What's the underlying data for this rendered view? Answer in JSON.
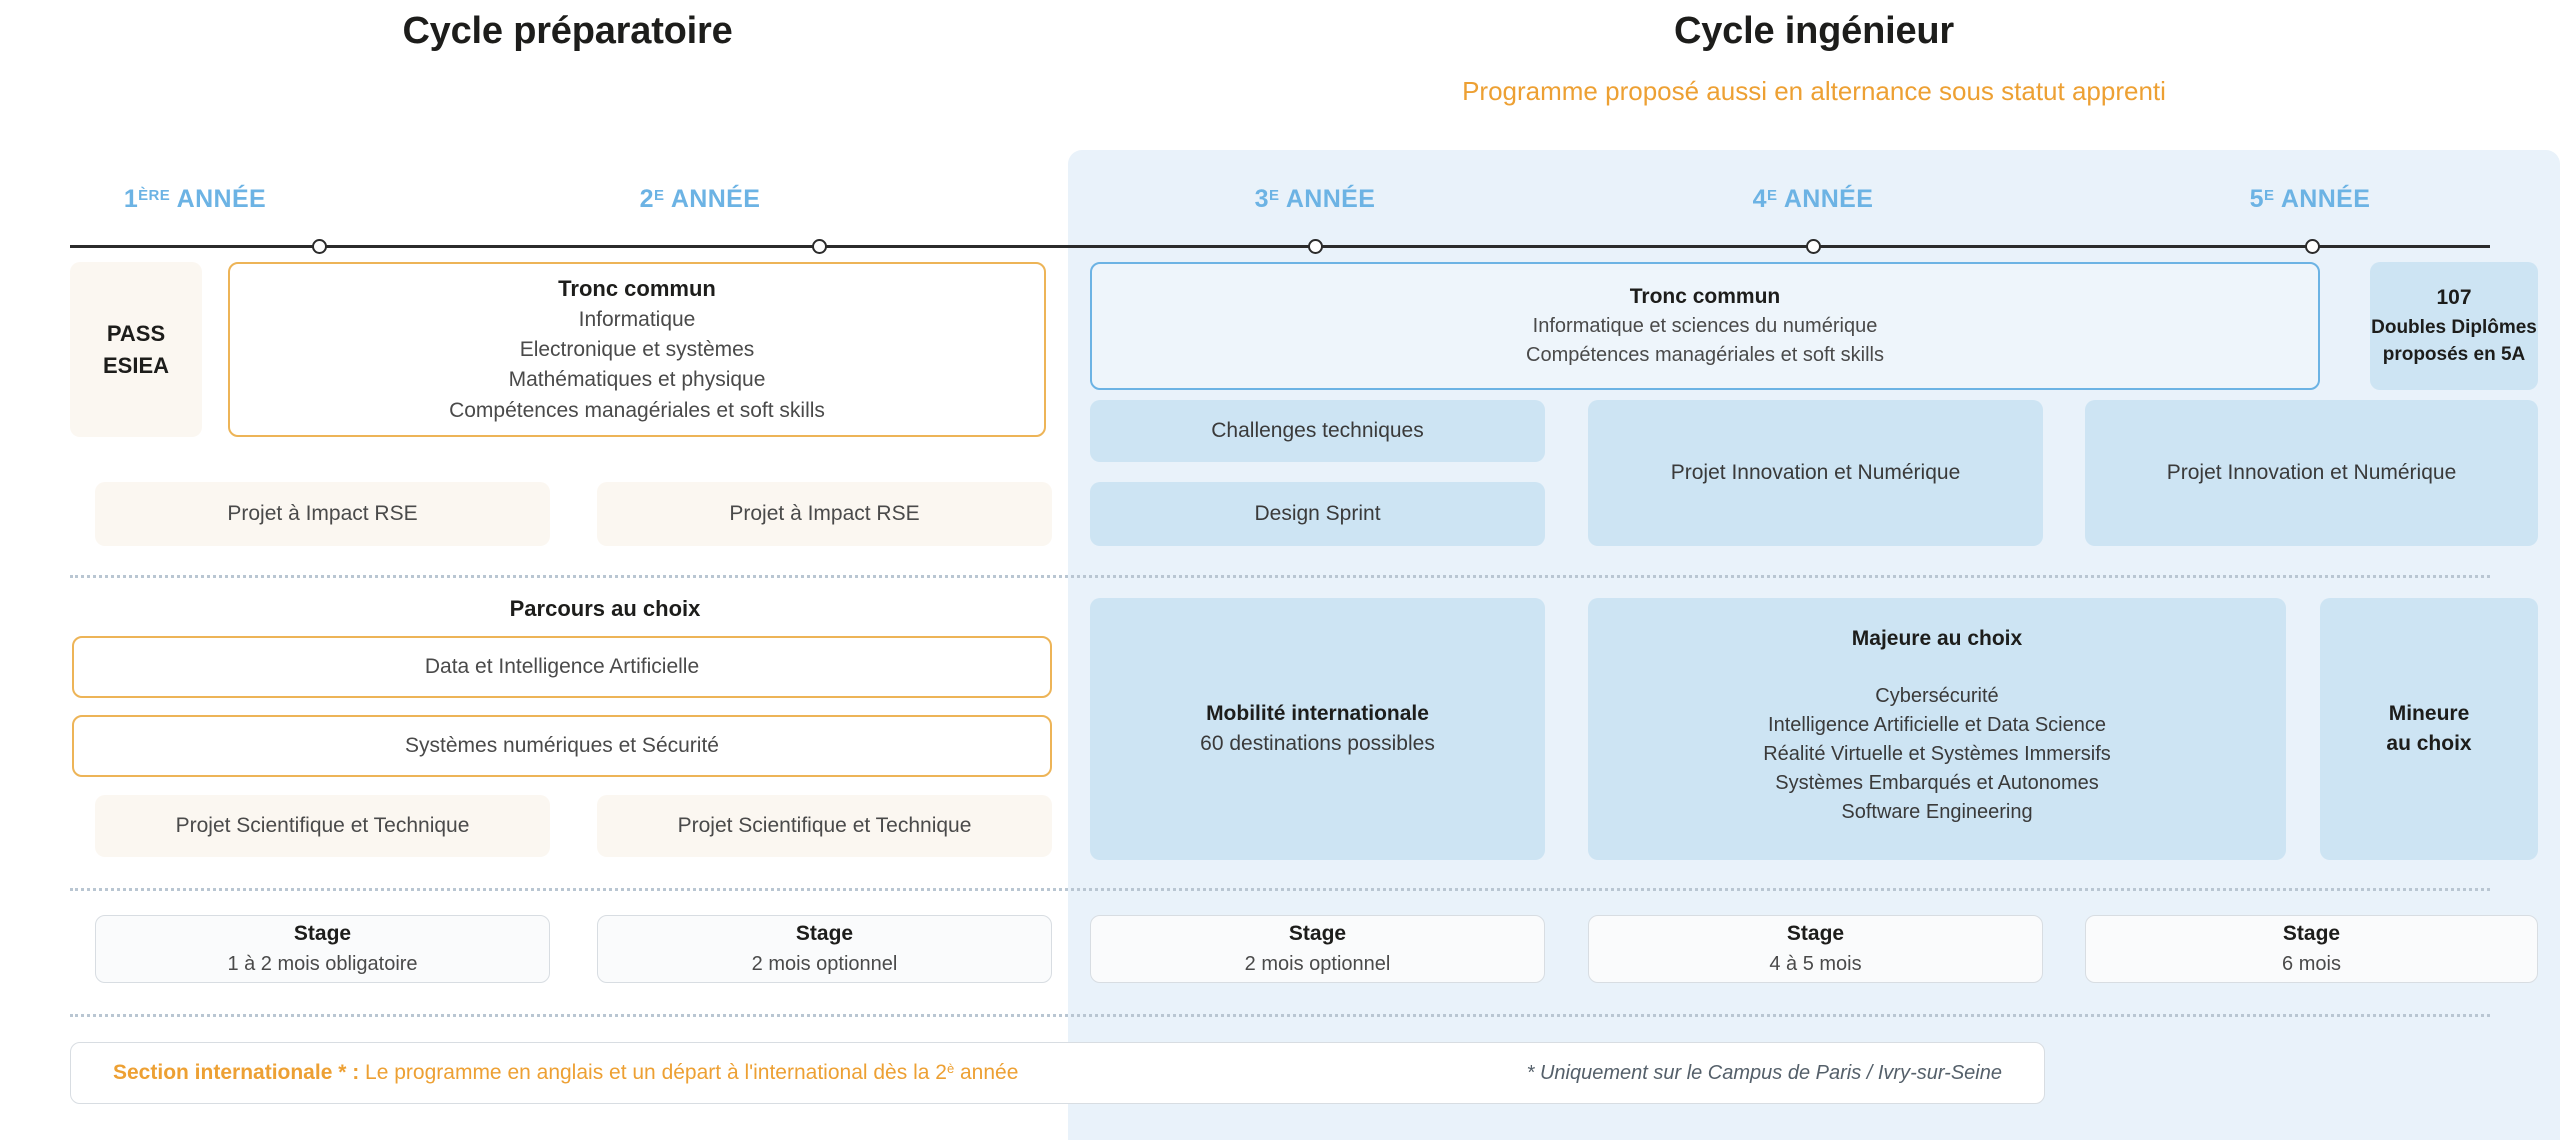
{
  "headers": {
    "cycle_prepa": "Cycle préparatoire",
    "cycle_ingenieur": "Cycle ingénieur",
    "alternance_note": "Programme proposé aussi en alternance sous statut apprenti"
  },
  "years": [
    {
      "num": "1",
      "sup": "ÈRE",
      "word": "ANNÉE"
    },
    {
      "num": "2",
      "sup": "E",
      "word": "ANNÉE"
    },
    {
      "num": "3",
      "sup": "E",
      "word": "ANNÉE"
    },
    {
      "num": "4",
      "sup": "E",
      "word": "ANNÉE"
    },
    {
      "num": "5",
      "sup": "E",
      "word": "ANNÉE"
    }
  ],
  "pass": {
    "line1": "PASS",
    "line2": "ESIEA"
  },
  "tronc_prepa": {
    "title": "Tronc commun",
    "lines": [
      "Informatique",
      "Electronique et systèmes",
      "Mathématiques et physique",
      "Compétences managériales et soft skills"
    ]
  },
  "tronc_ing": {
    "title": "Tronc commun",
    "lines": [
      "Informatique et sciences du numérique",
      "Compétences managériales et soft skills"
    ]
  },
  "doubles_diplomes": {
    "count": "107",
    "line1": "Doubles Diplômes",
    "line2": "proposés en 5A"
  },
  "projets_rse": [
    "Projet à Impact RSE",
    "Projet à Impact RSE"
  ],
  "challenges": "Challenges techniques",
  "design_sprint": "Design Sprint",
  "projet_innovation": [
    "Projet Innovation et Numérique",
    "Projet Innovation et Numérique"
  ],
  "parcours": {
    "title": "Parcours au choix",
    "options": [
      "Data et Intelligence Artificielle",
      "Systèmes numériques et Sécurité"
    ]
  },
  "projets_pst": [
    "Projet Scientifique et Technique",
    "Projet Scientifique et Technique"
  ],
  "mobilite": {
    "title": "Mobilité internationale",
    "sub": "60 destinations possibles"
  },
  "majeure": {
    "title": "Majeure au choix",
    "options": [
      "Cybersécurité",
      "Intelligence Artificielle et Data Science",
      "Réalité Virtuelle et Systèmes Immersifs",
      "Systèmes Embarqués et Autonomes",
      "Software Engineering"
    ]
  },
  "mineure": {
    "line1": "Mineure",
    "line2": "au choix"
  },
  "stages": [
    {
      "title": "Stage",
      "sub": "1 à 2 mois obligatoire"
    },
    {
      "title": "Stage",
      "sub": "2 mois optionnel"
    },
    {
      "title": "Stage",
      "sub": "2 mois optionnel"
    },
    {
      "title": "Stage",
      "sub": "4 à 5 mois"
    },
    {
      "title": "Stage",
      "sub": "6 mois"
    }
  ],
  "banner": {
    "label": "Section internationale * :",
    "text_before": " Le programme en anglais et un départ à l'international dès la 2",
    "sup": "è",
    "text_after": " année",
    "footnote": "* Uniquement sur le Campus de Paris / Ivry-sur-Seine"
  },
  "colors": {
    "accent_orange": "#eda033",
    "accent_blue": "#6cb3e4",
    "panel_blue": "#e9f2fa",
    "card_blue": "#cde4f3",
    "card_beige": "#fbf7f1"
  }
}
